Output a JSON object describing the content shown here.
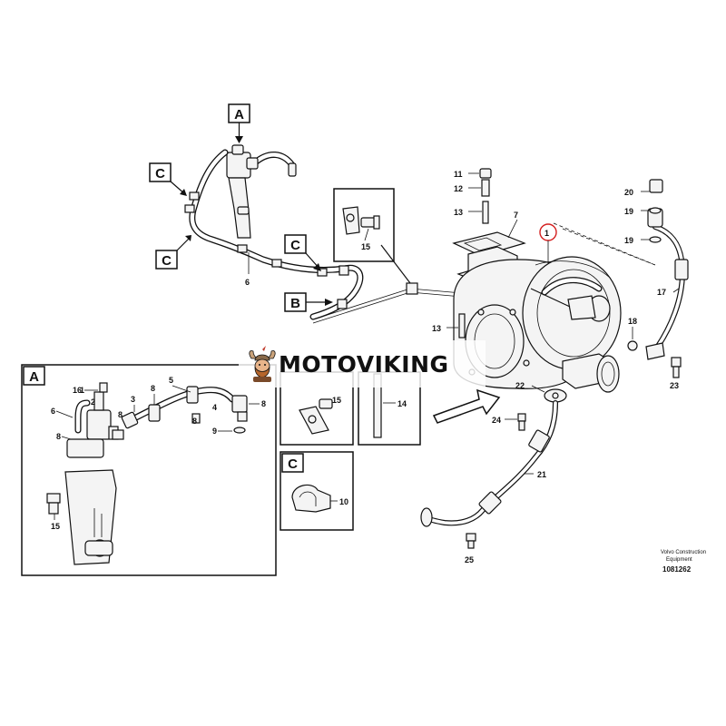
{
  "callouts": {
    "a": "A",
    "b": "B",
    "c": "C"
  },
  "part_numbers": {
    "p1": "1",
    "p2": "2",
    "p3": "3",
    "p4": "4",
    "p5": "5",
    "p6": "6",
    "p7": "7",
    "p8": "8",
    "p9": "9",
    "p10": "10",
    "p11": "11",
    "p12": "12",
    "p13": "13",
    "p14": "14",
    "p15": "15",
    "p16": "16",
    "p17": "17",
    "p18": "18",
    "p19": "19",
    "p20": "20",
    "p21": "21",
    "p22": "22",
    "p23": "23",
    "p24": "24",
    "p25": "25"
  },
  "watermark": {
    "text": "MOTOVIKING"
  },
  "footer": {
    "publisher_line1": "Volvo Construction",
    "publisher_line2": "Equipment",
    "drawing_number": "1081262"
  },
  "colors": {
    "line": "#111111",
    "highlight_circle": "#d42020",
    "logo_accent": "#c0392b"
  }
}
